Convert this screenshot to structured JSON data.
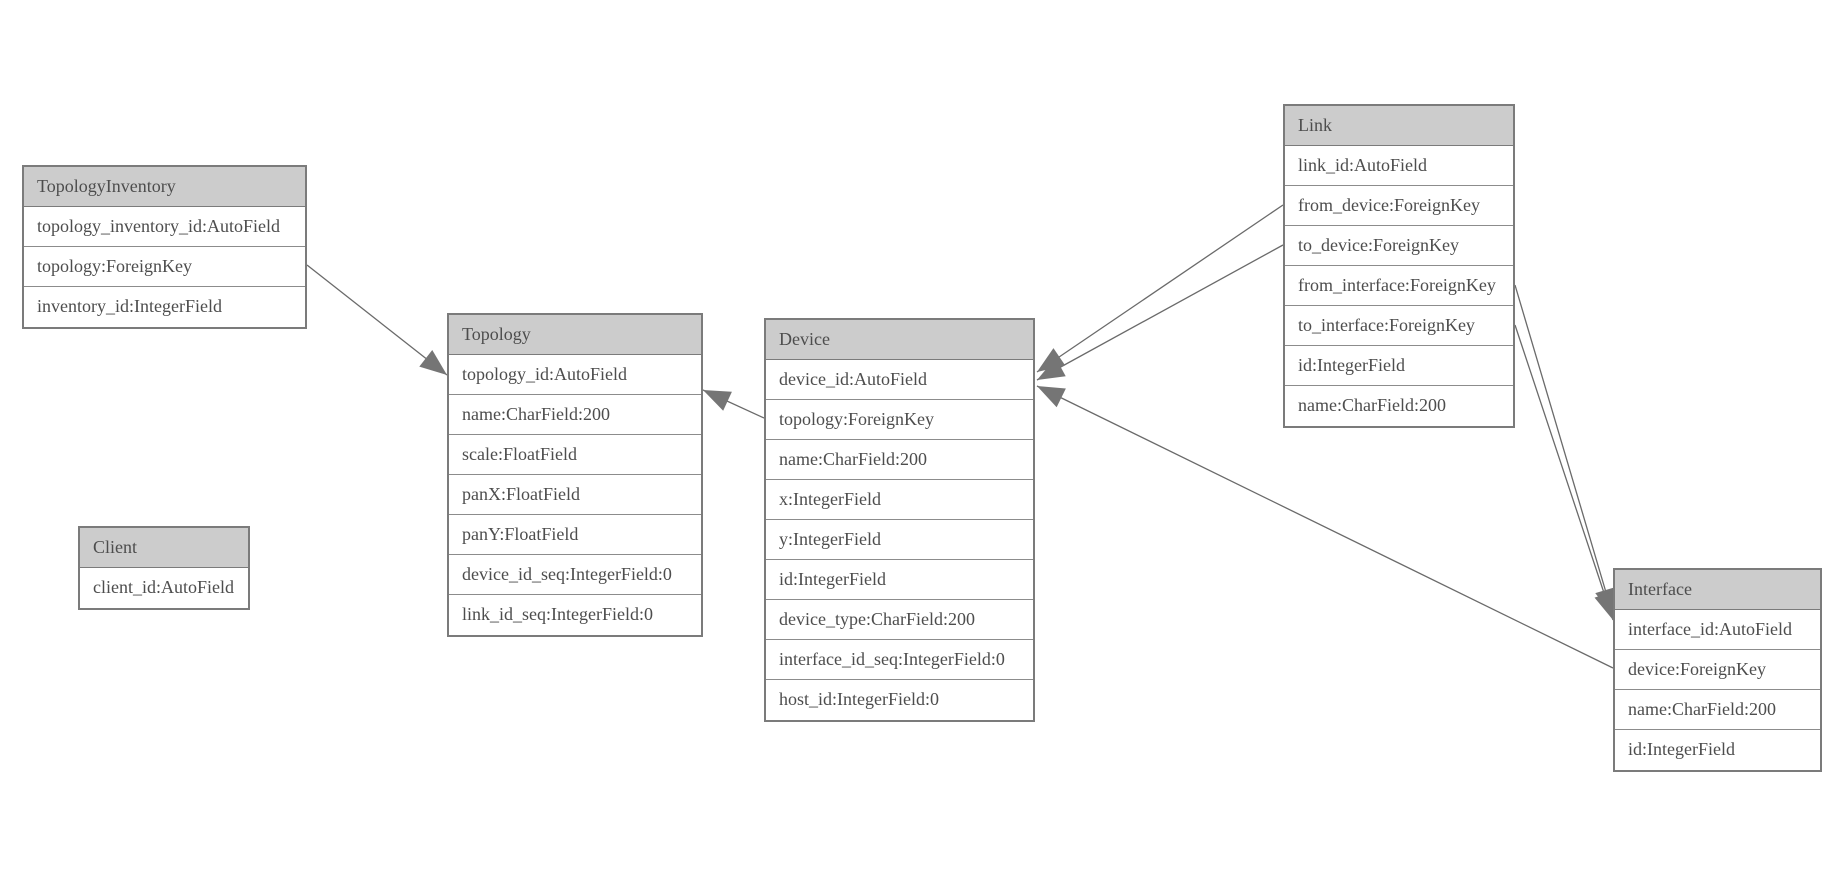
{
  "diagram": {
    "background_color": "#ffffff",
    "colors": {
      "header_fill": "#cccccc",
      "row_fill": "#ffffff",
      "border": "#7b7b7b",
      "text": "#4d4d4d",
      "edge": "#6a6a6a",
      "arrowhead": "#757575"
    },
    "entities": [
      {
        "title": "TopologyInventory",
        "fields": [
          "topology_inventory_id:AutoField",
          "topology:ForeignKey",
          "inventory_id:IntegerField"
        ]
      },
      {
        "title": "Topology",
        "fields": [
          "topology_id:AutoField",
          "name:CharField:200",
          "scale:FloatField",
          "panX:FloatField",
          "panY:FloatField",
          "device_id_seq:IntegerField:0",
          "link_id_seq:IntegerField:0"
        ]
      },
      {
        "title": "Client",
        "fields": [
          "client_id:AutoField"
        ]
      },
      {
        "title": "Device",
        "fields": [
          "device_id:AutoField",
          "topology:ForeignKey",
          "name:CharField:200",
          "x:IntegerField",
          "y:IntegerField",
          "id:IntegerField",
          "device_type:CharField:200",
          "interface_id_seq:IntegerField:0",
          "host_id:IntegerField:0"
        ]
      },
      {
        "title": "Link",
        "fields": [
          "link_id:AutoField",
          "from_device:ForeignKey",
          "to_device:ForeignKey",
          "from_interface:ForeignKey",
          "to_interface:ForeignKey",
          "id:IntegerField",
          "name:CharField:200"
        ]
      },
      {
        "title": "Interface",
        "fields": [
          "interface_id:AutoField",
          "device:ForeignKey",
          "name:CharField:200",
          "id:IntegerField"
        ]
      }
    ],
    "relations": [
      {
        "from": "TopologyInventory.topology",
        "to": "Topology.topology_id"
      },
      {
        "from": "Device.topology",
        "to": "Topology.topology_id"
      },
      {
        "from": "Link.from_device",
        "to": "Device.device_id"
      },
      {
        "from": "Link.to_device",
        "to": "Device.device_id"
      },
      {
        "from": "Interface.device",
        "to": "Device.device_id"
      },
      {
        "from": "Link.from_interface",
        "to": "Interface.interface_id"
      },
      {
        "from": "Link.to_interface",
        "to": "Interface.interface_id"
      }
    ]
  }
}
